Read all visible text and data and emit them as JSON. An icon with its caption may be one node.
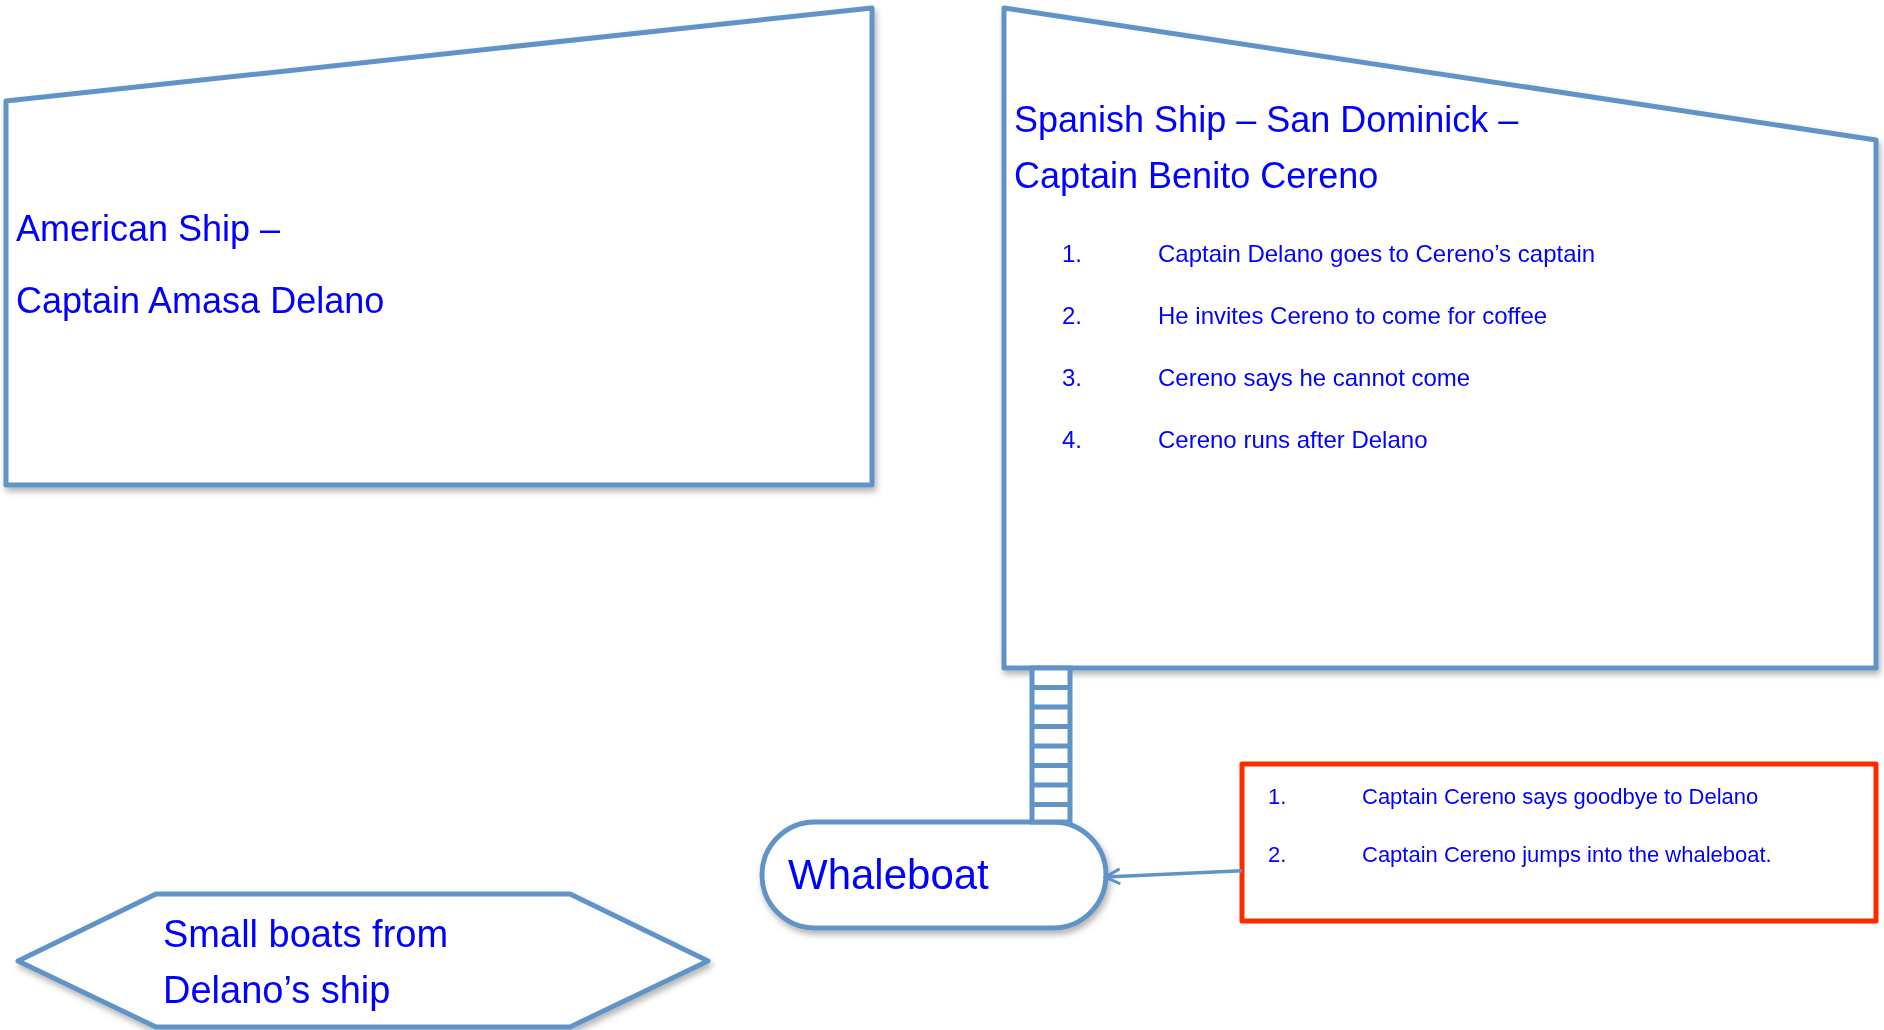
{
  "diagram": {
    "nodes": [
      {
        "text": [
          "American Ship – Captain Amasa Delano"
        ]
      },
      {
        "text": [
          "Spanish Ship – San Dominick – Captain Benito Cereno",
          "1.",
          "Captain Delano goes to Cereno’s captain",
          "2.",
          "He invites Cereno to come for coffee",
          "3.",
          "Cereno says he cannot come",
          "4.",
          "Cereno runs after Delano"
        ]
      },
      {
        "text": [
          "Whaleboat"
        ]
      },
      {
        "text": [
          "1.",
          "Captain Cereno says goodbye to Delano",
          "2.",
          "Captain Cereno jumps into the whaleboat."
        ]
      },
      {
        "text": [
          "Small boats from Delano’s ship"
        ]
      }
    ],
    "edges": [
      {
        "from": 3,
        "to": 2,
        "arrow": "to"
      }
    ]
  }
}
